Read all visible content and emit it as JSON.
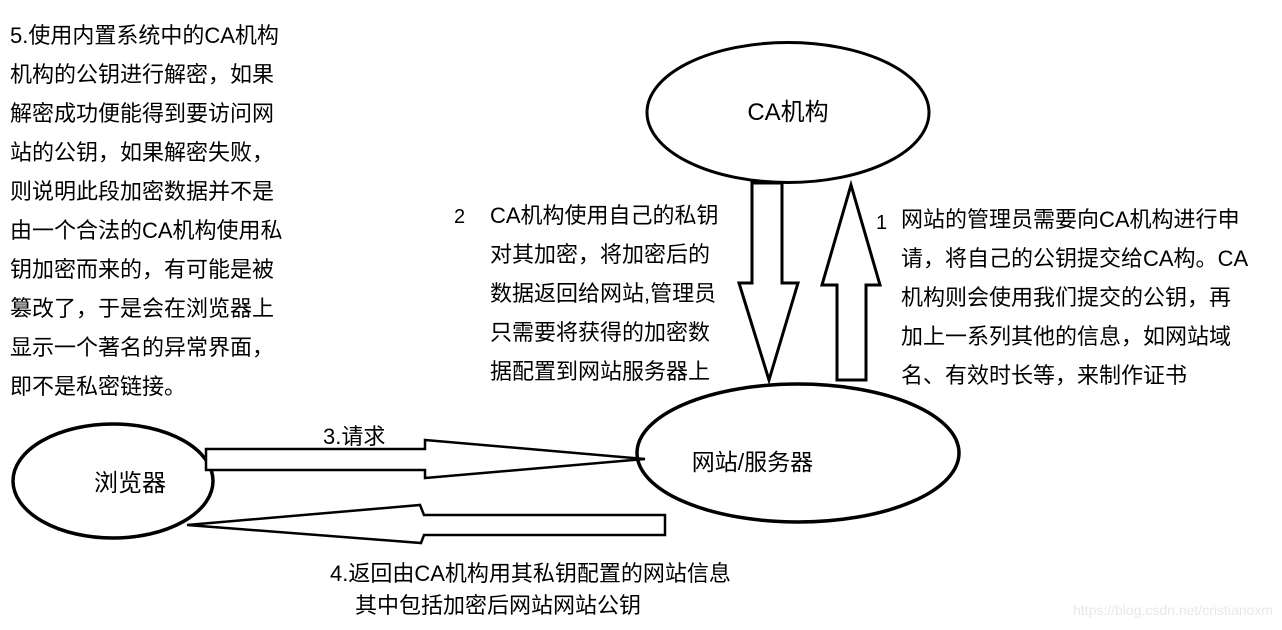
{
  "diagram": {
    "title_hint": "CA certificate / HTTPS process sketch",
    "colors": {
      "ink": "#000000",
      "background": "#ffffff",
      "watermark": "#e8e8e8"
    },
    "nodes": {
      "ca": {
        "label": "CA机构"
      },
      "server": {
        "label": "网站/服务器"
      },
      "browser": {
        "label": "浏览器"
      }
    },
    "steps": {
      "step1": {
        "number": "1",
        "lines": [
          "网站的管理员需要向CA机构进行申",
          "请，将自己的公钥提交给CA构。CA",
          "机构则会使用我们提交的公钥，再",
          "加上一系列其他的信息，如网站域",
          "名、有效时长等，来制作证书"
        ]
      },
      "step2": {
        "number": "2",
        "lines": [
          "CA机构使用自己的私钥",
          "对其加密，将加密后的",
          "数据返回给网站,管理员",
          "只需要将获得的加密数",
          "据配置到网站服务器上"
        ]
      },
      "step3": {
        "label": "3.请求"
      },
      "step4": {
        "lines": [
          "4.返回由CA机构用其私钥配置的网站信息",
          "其中包括加密后网站网站公钥"
        ]
      },
      "step5": {
        "lines": [
          "5.使用内置系统中的CA机构",
          "机构的公钥进行解密，如果",
          "解密成功便能得到要访问网",
          "站的公钥，如果解密失败，",
          "则说明此段加密数据并不是",
          "由一个合法的CA机构使用私",
          "钥加密而来的，有可能是被",
          "篡改了，于是会在浏览器上",
          "显示一个著名的异常界面，",
          "即不是私密链接。"
        ]
      }
    },
    "watermark": "https://blog.csdn.net/cristianoxm"
  }
}
